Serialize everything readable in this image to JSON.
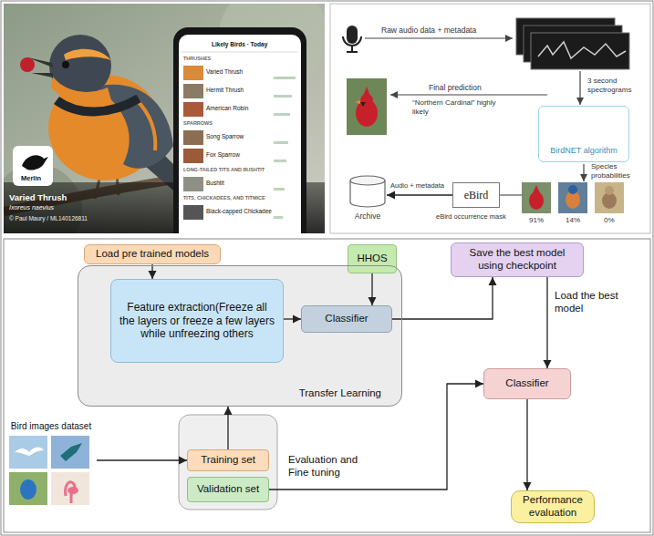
{
  "diagram": {
    "nodes": [
      {
        "text": [
          "BirdNET algorithm"
        ]
      },
      {
        "text": [
          "eBird"
        ]
      },
      {
        "text": [
          "Archive"
        ]
      },
      {
        "text": [
          "Load pre trained models"
        ]
      },
      {
        "text": [
          "HHOS"
        ]
      },
      {
        "text": [
          "Save the best model using checkpoint"
        ]
      },
      {
        "text": [
          "Transfer Learning"
        ]
      },
      {
        "text": [
          "Feature extraction(Freeze all the layers or freeze a few layers while unfreezing others"
        ],
        "in": 6
      },
      {
        "text": [
          "Classifier"
        ],
        "in": 6
      },
      {
        "text": [
          "Classifier"
        ]
      },
      {
        "text": [
          "Bird images dataset"
        ]
      },
      {
        "text": [
          "Training set"
        ]
      },
      {
        "text": [
          "Validation set"
        ]
      },
      {
        "text": [
          "Performance evaluation"
        ]
      }
    ],
    "edges": [
      {
        "from": 1,
        "to": 2,
        "arrow": "to",
        "label": "Audio + metadata"
      },
      {
        "from": 3,
        "to": 7,
        "arrow": "to"
      },
      {
        "from": 4,
        "to": 8,
        "arrow": "to"
      },
      {
        "from": 7,
        "to": 8,
        "arrow": "to"
      },
      {
        "from": 8,
        "to": 5,
        "arrow": "to"
      },
      {
        "from": 5,
        "to": 9,
        "arrow": "to",
        "label": "Load the best model"
      },
      {
        "from": 9,
        "to": 13,
        "arrow": "to"
      },
      {
        "from": 10,
        "to": 11,
        "arrow": "to"
      },
      {
        "from": 11,
        "to": 6,
        "arrow": "to"
      },
      {
        "from": 12,
        "to": 9,
        "arrow": "to",
        "label": "Evaluation and Fine tuning"
      }
    ],
    "labels": [
      "Merlin",
      "Varied Thrush",
      "Ixoreus naevius",
      "© Paul Maury / ML140126811",
      "Likely Birds · Today",
      "THRUSHES",
      "Varied Thrush",
      "Hermit Thrush",
      "American Robin",
      "SPARROWS",
      "Song Sparrow",
      "Fox Sparrow",
      "LONG-TAILED TITS AND BUSHTIT",
      "Bushtit",
      "TITS, CHICKADEES, AND TITMICE",
      "Black-capped Chickadee",
      "Raw audio data + metadata",
      "3 second spectrograms",
      "Species probabilities",
      "Final prediction",
      "“Northern Cardinal” highly likely",
      "91%",
      "14%",
      "0%",
      "eBird occurrence mask"
    ]
  }
}
